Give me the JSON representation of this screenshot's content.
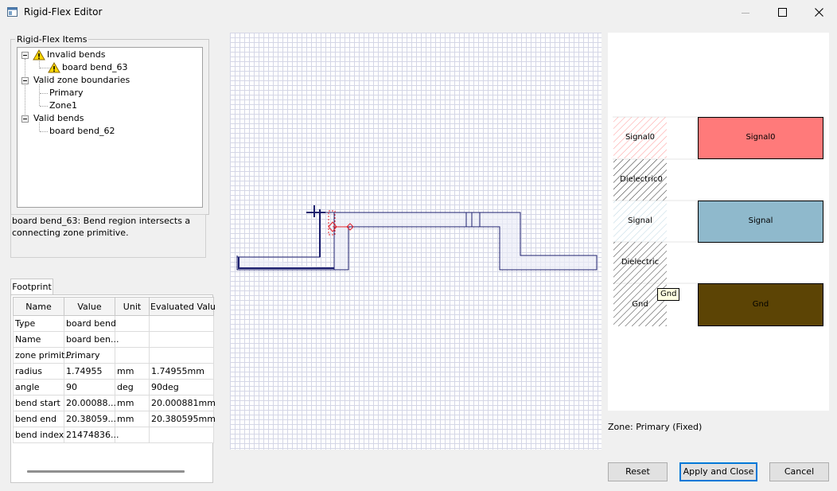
{
  "window": {
    "title": "Rigid-Flex Editor"
  },
  "items_group": {
    "title": "Rigid-Flex Items",
    "tree": [
      {
        "label": "Invalid bends",
        "warning": true
      },
      {
        "label": "board bend_63",
        "warning": true,
        "selected": true
      },
      {
        "label": "Valid zone boundaries"
      },
      {
        "label": "Primary"
      },
      {
        "label": "Zone1"
      },
      {
        "label": "Valid bends"
      },
      {
        "label": "board bend_62"
      }
    ]
  },
  "message": "board bend_63: Bend region intersects a connecting zone primitive.",
  "tab": {
    "label": "Footprint"
  },
  "table": {
    "headers": [
      "Name",
      "Value",
      "Unit",
      "Evaluated Valu"
    ],
    "rows": [
      [
        "Type",
        "board bend",
        "",
        ""
      ],
      [
        "Name",
        "board ben...",
        "",
        ""
      ],
      [
        "zone primit...",
        "Primary",
        "",
        ""
      ],
      [
        "radius",
        "1.74955",
        "mm",
        "1.74955mm"
      ],
      [
        "angle",
        "90",
        "deg",
        "90deg"
      ],
      [
        "bend start",
        "20.00088...",
        "mm",
        "20.000881mm"
      ],
      [
        "bend end",
        "20.38059...",
        "mm",
        "20.380595mm"
      ],
      [
        "bend index",
        "21474836...",
        "",
        ""
      ]
    ]
  },
  "stackup": {
    "layers": [
      {
        "name": "Signal0",
        "hatch_label": "Signal0",
        "color": "#ff7a7a"
      },
      {
        "name": "Dielectric0",
        "hatch_label": "Dielectric0",
        "color": ""
      },
      {
        "name": "Signal",
        "hatch_label": "Signal",
        "color": "#8fb9cc"
      },
      {
        "name": "Dielectric",
        "hatch_label": "Dielectric",
        "color": ""
      },
      {
        "name": "Gnd",
        "hatch_label": "Gnd",
        "color": "#5c4405"
      }
    ],
    "tooltip": "Gnd"
  },
  "zone_status": "Zone: Primary (Fixed)",
  "buttons": {
    "reset": "Reset",
    "apply": "Apply and Close",
    "cancel": "Cancel"
  },
  "colors": {
    "outline": "#1c1f6e",
    "bend_marker": "#e0202a",
    "grid": "#d4d6e6"
  }
}
